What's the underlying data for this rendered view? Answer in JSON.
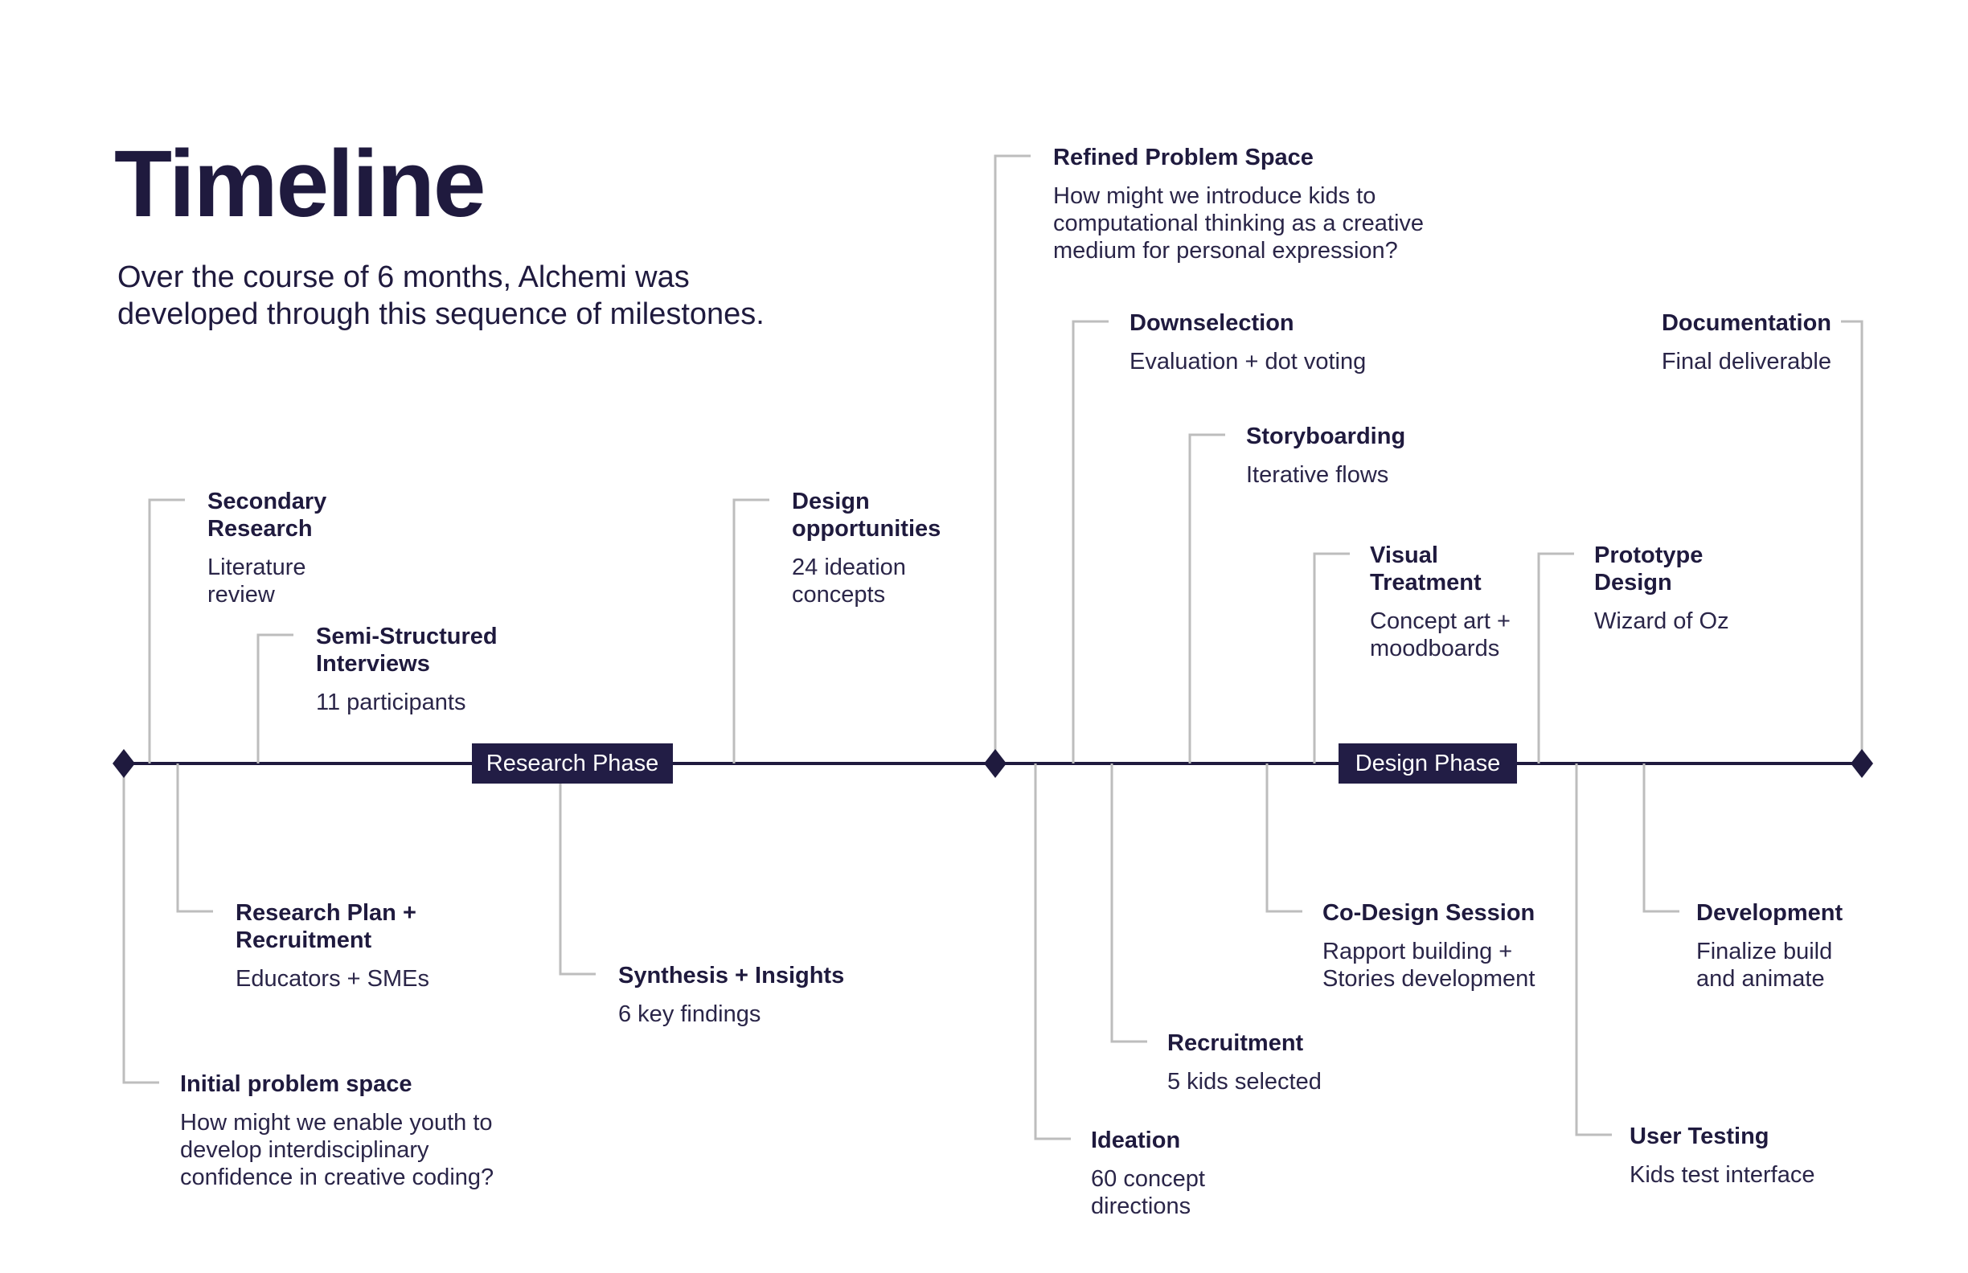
{
  "title": "Timeline",
  "subtitle": "Over the course of 6 months, Alchemi was\ndeveloped through this sequence of milestones.",
  "phases": {
    "research": "Research Phase",
    "design": "Design Phase"
  },
  "milestones": {
    "initial_problem": {
      "title": "Initial problem space",
      "desc": "How might we enable youth to\ndevelop interdisciplinary\nconfidence in creative coding?"
    },
    "secondary_research": {
      "title": "Secondary\nResearch",
      "desc": "Literature\nreview"
    },
    "research_plan": {
      "title": "Research Plan +\nRecruitment",
      "desc": "Educators + SMEs"
    },
    "semi_structured": {
      "title": "Semi-Structured\nInterviews",
      "desc": "11 participants"
    },
    "synthesis": {
      "title": "Synthesis + Insights",
      "desc": "6 key findings"
    },
    "design_opps": {
      "title": "Design\nopportunities",
      "desc": "24 ideation\nconcepts"
    },
    "refined_problem": {
      "title": "Refined Problem Space",
      "desc": "How might we introduce kids to\ncomputational thinking as a creative\nmedium for personal expression?"
    },
    "ideation": {
      "title": "Ideation",
      "desc": "60 concept\ndirections"
    },
    "downselection": {
      "title": "Downselection",
      "desc": "Evaluation + dot voting"
    },
    "recruitment": {
      "title": "Recruitment",
      "desc": "5 kids selected"
    },
    "storyboarding": {
      "title": "Storyboarding",
      "desc": "Iterative flows"
    },
    "codesign": {
      "title": "Co-Design Session",
      "desc": "Rapport building +\nStories development"
    },
    "visual_treatment": {
      "title": "Visual\nTreatment",
      "desc": "Concept art +\nmoodboards"
    },
    "prototype": {
      "title": "Prototype\nDesign",
      "desc": "Wizard of Oz"
    },
    "user_testing": {
      "title": "User Testing",
      "desc": "Kids test interface"
    },
    "development": {
      "title": "Development",
      "desc": "Finalize build\nand animate"
    },
    "documentation": {
      "title": "Documentation",
      "desc": "Final deliverable"
    }
  },
  "colors": {
    "ink": "#1f1a3e",
    "connector": "#bdbdbd",
    "phase_bg": "#221d45"
  }
}
